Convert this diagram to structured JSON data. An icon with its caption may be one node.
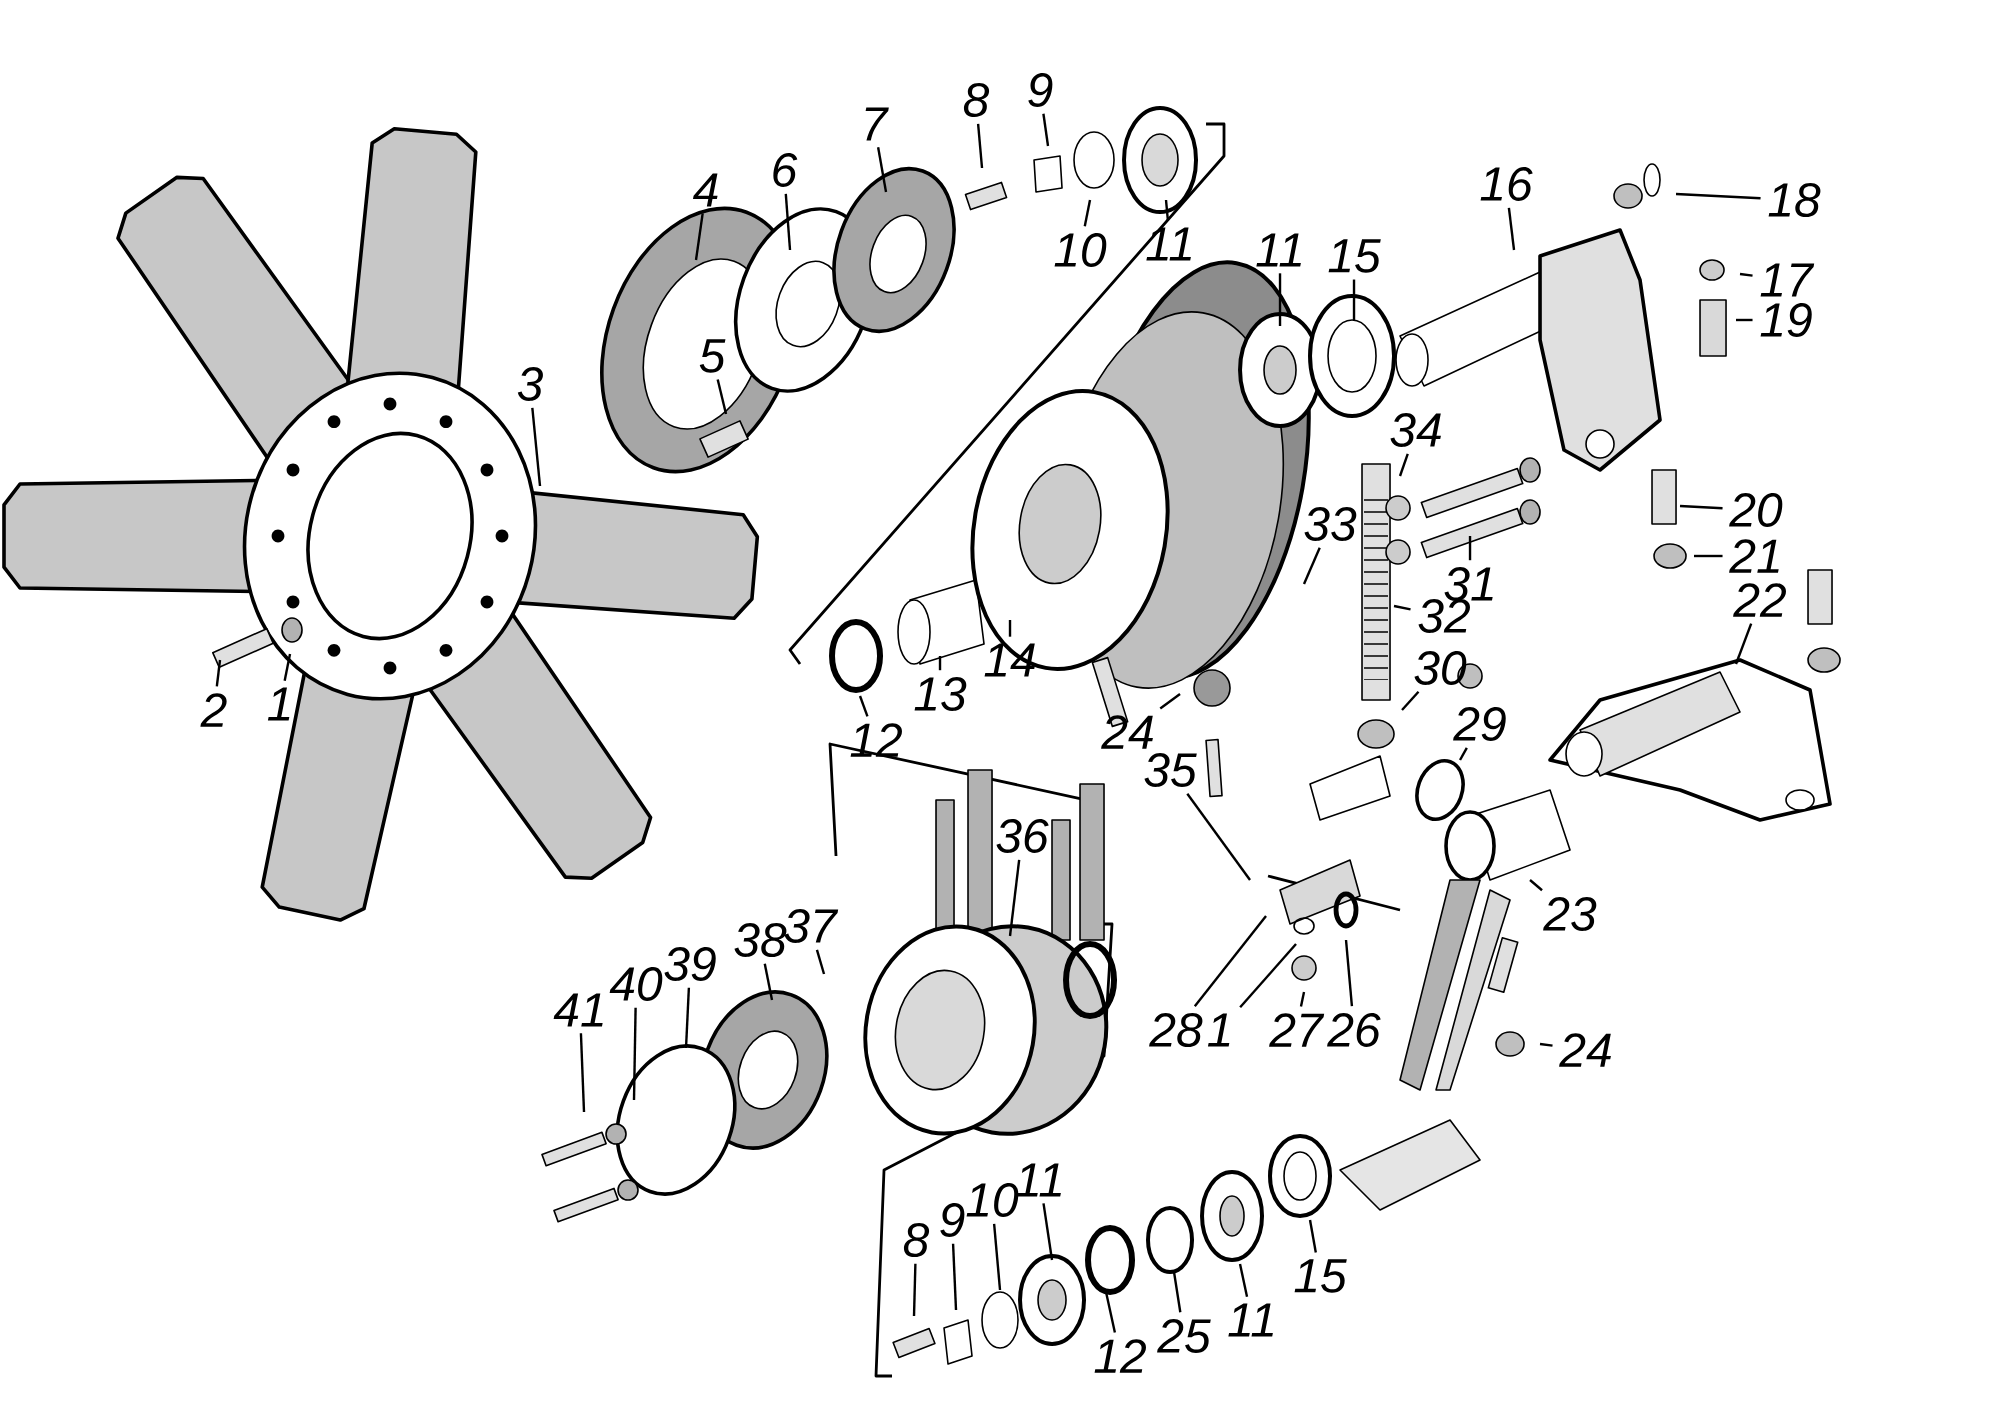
{
  "diagram": {
    "nodes": [
      {
        "text": [
          "9"
        ]
      },
      {
        "text": [
          "8"
        ]
      },
      {
        "text": [
          "7"
        ]
      },
      {
        "text": [
          "6"
        ]
      },
      {
        "text": [
          "4"
        ]
      },
      {
        "text": [
          "16"
        ]
      },
      {
        "text": [
          "18"
        ]
      },
      {
        "text": [
          "10"
        ]
      },
      {
        "text": [
          "11"
        ]
      },
      {
        "text": [
          "11"
        ]
      },
      {
        "text": [
          "15"
        ]
      },
      {
        "text": [
          "17"
        ]
      },
      {
        "text": [
          "19"
        ]
      },
      {
        "text": [
          "3"
        ]
      },
      {
        "text": [
          "5"
        ]
      },
      {
        "text": [
          "34"
        ]
      },
      {
        "text": [
          "20"
        ]
      },
      {
        "text": [
          "33"
        ]
      },
      {
        "text": [
          "21"
        ]
      },
      {
        "text": [
          "31"
        ]
      },
      {
        "text": [
          "22"
        ]
      },
      {
        "text": [
          "32"
        ]
      },
      {
        "text": [
          "1"
        ]
      },
      {
        "text": [
          "2"
        ]
      },
      {
        "text": [
          "12"
        ]
      },
      {
        "text": [
          "13"
        ]
      },
      {
        "text": [
          "14"
        ]
      },
      {
        "text": [
          "24"
        ]
      },
      {
        "text": [
          "30"
        ]
      },
      {
        "text": [
          "29"
        ]
      },
      {
        "text": [
          "35"
        ]
      },
      {
        "text": [
          "36"
        ]
      },
      {
        "text": [
          "23"
        ]
      },
      {
        "text": [
          "37"
        ]
      },
      {
        "text": [
          "38"
        ]
      },
      {
        "text": [
          "39"
        ]
      },
      {
        "text": [
          "40"
        ]
      },
      {
        "text": [
          "41"
        ]
      },
      {
        "text": [
          "28"
        ]
      },
      {
        "text": [
          "1"
        ]
      },
      {
        "text": [
          "27"
        ]
      },
      {
        "text": [
          "26"
        ]
      },
      {
        "text": [
          "24"
        ]
      },
      {
        "text": [
          "11"
        ]
      },
      {
        "text": [
          "10"
        ]
      },
      {
        "text": [
          "9"
        ]
      },
      {
        "text": [
          "8"
        ]
      },
      {
        "text": [
          "15"
        ]
      },
      {
        "text": [
          "11"
        ]
      },
      {
        "text": [
          "25"
        ]
      },
      {
        "text": [
          "12"
        ]
      }
    ],
    "edges": [
      {
        "from": 0,
        "to": null,
        "arrow": "none"
      },
      {
        "from": 1,
        "to": null,
        "arrow": "none"
      },
      {
        "from": 2,
        "to": null,
        "arrow": "none"
      },
      {
        "from": 3,
        "to": null,
        "arrow": "none"
      },
      {
        "from": 4,
        "to": null,
        "arrow": "none"
      },
      {
        "from": 5,
        "to": null,
        "arrow": "none"
      },
      {
        "from": 6,
        "to": null,
        "arrow": "none"
      },
      {
        "from": 7,
        "to": null,
        "arrow": "none"
      },
      {
        "from": 8,
        "to": null,
        "arrow": "none"
      },
      {
        "from": 9,
        "to": null,
        "arrow": "none"
      },
      {
        "from": 10,
        "to": null,
        "arrow": "none"
      },
      {
        "from": 11,
        "to": null,
        "arrow": "none"
      },
      {
        "from": 12,
        "to": null,
        "arrow": "none"
      },
      {
        "from": 13,
        "to": null,
        "arrow": "none"
      },
      {
        "from": 14,
        "to": null,
        "arrow": "none"
      },
      {
        "from": 15,
        "to": null,
        "arrow": "none"
      },
      {
        "from": 16,
        "to": null,
        "arrow": "none"
      },
      {
        "from": 17,
        "to": null,
        "arrow": "none"
      },
      {
        "from": 18,
        "to": null,
        "arrow": "none"
      },
      {
        "from": 19,
        "to": null,
        "arrow": "none"
      },
      {
        "from": 20,
        "to": null,
        "arrow": "none"
      },
      {
        "from": 21,
        "to": null,
        "arrow": "none"
      },
      {
        "from": 22,
        "to": null,
        "arrow": "none"
      },
      {
        "from": 23,
        "to": null,
        "arrow": "none"
      },
      {
        "from": 24,
        "to": null,
        "arrow": "none"
      },
      {
        "from": 25,
        "to": null,
        "arrow": "none"
      },
      {
        "from": 26,
        "to": null,
        "arrow": "none"
      },
      {
        "from": 27,
        "to": null,
        "arrow": "none"
      },
      {
        "from": 28,
        "to": null,
        "arrow": "none"
      },
      {
        "from": 29,
        "to": null,
        "arrow": "none"
      },
      {
        "from": 30,
        "to": null,
        "arrow": "none"
      },
      {
        "from": 31,
        "to": null,
        "arrow": "none"
      },
      {
        "from": 32,
        "to": null,
        "arrow": "none"
      },
      {
        "from": 33,
        "to": null,
        "arrow": "none"
      },
      {
        "from": 34,
        "to": null,
        "arrow": "none"
      },
      {
        "from": 35,
        "to": null,
        "arrow": "none"
      },
      {
        "from": 36,
        "to": null,
        "arrow": "none"
      },
      {
        "from": 37,
        "to": null,
        "arrow": "none"
      },
      {
        "from": 38,
        "to": null,
        "arrow": "none"
      },
      {
        "from": 39,
        "to": null,
        "arrow": "none"
      },
      {
        "from": 40,
        "to": null,
        "arrow": "none"
      },
      {
        "from": 41,
        "to": null,
        "arrow": "none"
      },
      {
        "from": 42,
        "to": null,
        "arrow": "none"
      },
      {
        "from": 43,
        "to": null,
        "arrow": "none"
      },
      {
        "from": 44,
        "to": null,
        "arrow": "none"
      },
      {
        "from": 45,
        "to": null,
        "arrow": "none"
      },
      {
        "from": 46,
        "to": null,
        "arrow": "none"
      },
      {
        "from": 47,
        "to": null,
        "arrow": "none"
      },
      {
        "from": 48,
        "to": null,
        "arrow": "none"
      },
      {
        "from": 49,
        "to": null,
        "arrow": "none"
      },
      {
        "from": 50,
        "to": null,
        "arrow": "none"
      }
    ]
  }
}
